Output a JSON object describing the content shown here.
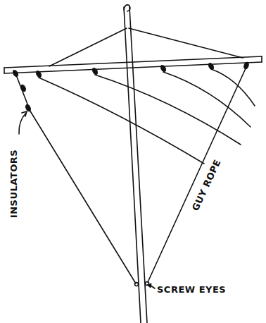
{
  "diagram": {
    "labels": [
      "INSULATORS",
      "GUY ROPE",
      "SCREW EYES"
    ]
  }
}
